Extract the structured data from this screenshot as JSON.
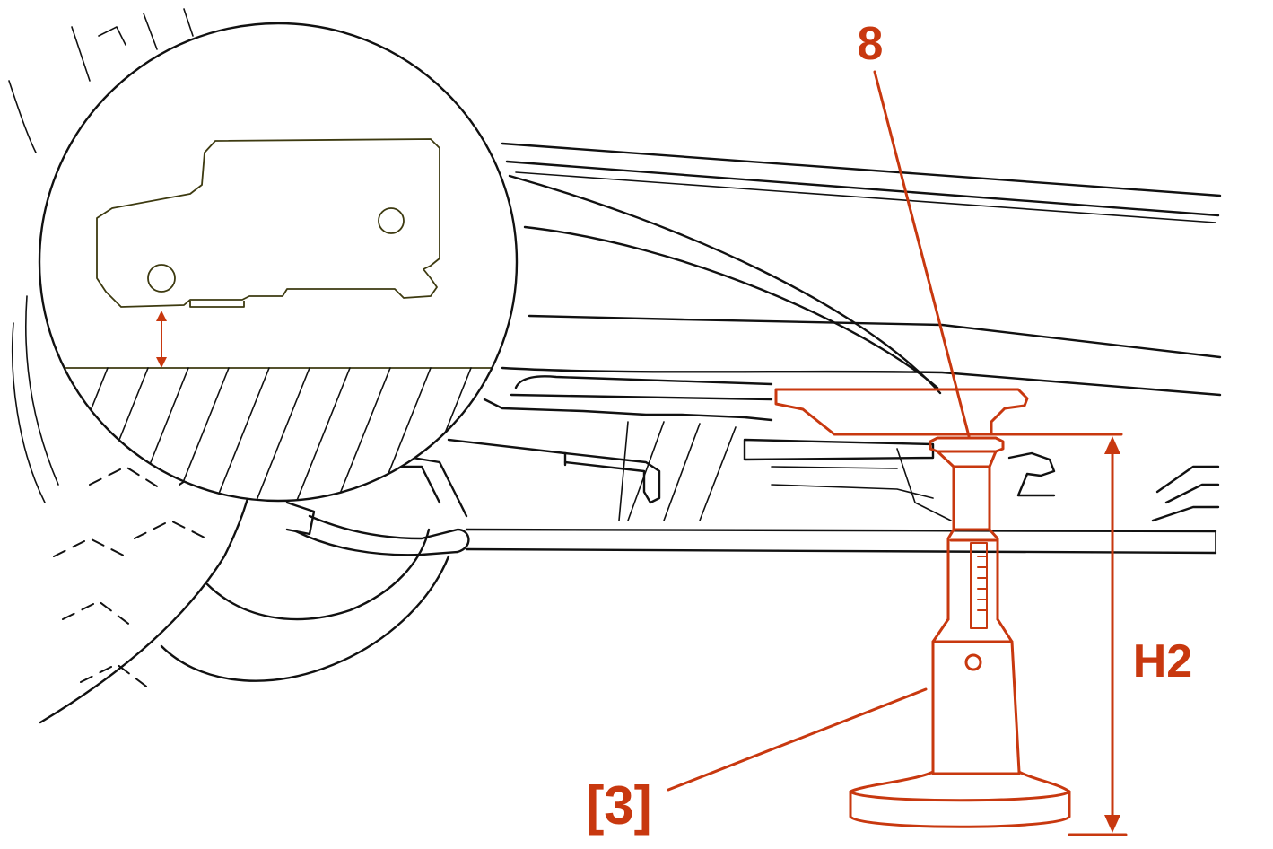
{
  "labels": {
    "part_number": "8",
    "tool_ref": "[3]",
    "dimension": "H2"
  },
  "colors": {
    "accent": "#c8380f",
    "line": "#111111",
    "detail": "#3d3a10",
    "background": "#ffffff"
  }
}
